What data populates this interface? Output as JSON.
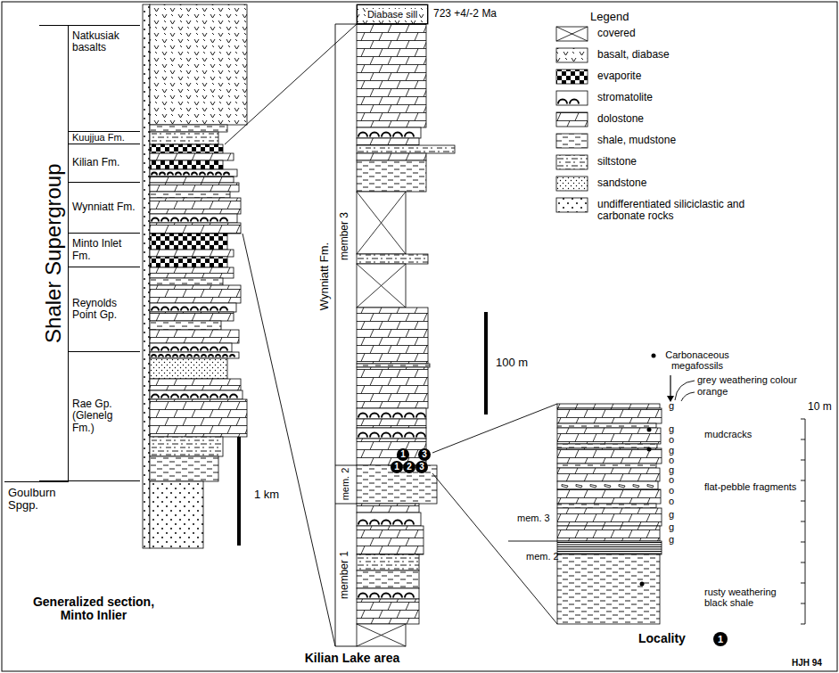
{
  "diagram": {
    "nodes": [
      {
        "text": [
          "Shaler Supergroup"
        ]
      },
      {
        "text": [
          "Natkusiak basalts"
        ]
      },
      {
        "text": [
          "Kuujjua Fm."
        ]
      },
      {
        "text": [
          "Kilian Fm."
        ]
      },
      {
        "text": [
          "Wynniatt Fm."
        ]
      },
      {
        "text": [
          "Minto Inlet Fm."
        ]
      },
      {
        "text": [
          "Reynolds Point Gp."
        ]
      },
      {
        "text": [
          "Rae Gp. (Glenelg Fm.)"
        ]
      },
      {
        "text": [
          "Goulburn Spgp."
        ]
      },
      {
        "text": [
          "Diabase sill"
        ]
      },
      {
        "text": [
          "1"
        ]
      },
      {
        "text": [
          "3"
        ]
      },
      {
        "text": [
          "1"
        ]
      },
      {
        "text": [
          "2"
        ]
      },
      {
        "text": [
          "3"
        ]
      },
      {
        "text": [
          "1"
        ]
      }
    ],
    "labels": [
      "Legend",
      "1 km",
      "Generalized section, Minto Inlier",
      "723 +4/-2 Ma",
      "Wynniatt Fm.",
      "member 3",
      "mem. 2",
      "member 1",
      "100 m",
      "Kilian Lake area",
      "Carbonaceous megafossils",
      "grey",
      "weathering colour",
      "orange",
      "mudcracks",
      "flat-pebble fragments",
      "rusty weathering black shale",
      "mem. 3",
      "mem. 2",
      "10 m",
      "Locality",
      "g",
      "g",
      "o",
      "g",
      "o",
      "g",
      "o",
      "o",
      "o",
      "g",
      "g",
      "g",
      "HJH 94"
    ],
    "legend": [
      {
        "text": "covered"
      },
      {
        "text": "basalt, diabase"
      },
      {
        "text": "evaporite"
      },
      {
        "text": "stromatolite"
      },
      {
        "text": "dolostone"
      },
      {
        "text": "shale, mudstone"
      },
      {
        "text": "siltstone"
      },
      {
        "text": "sandstone"
      },
      {
        "text": "undifferentiated siliciclastic and carbonate rocks"
      }
    ]
  }
}
